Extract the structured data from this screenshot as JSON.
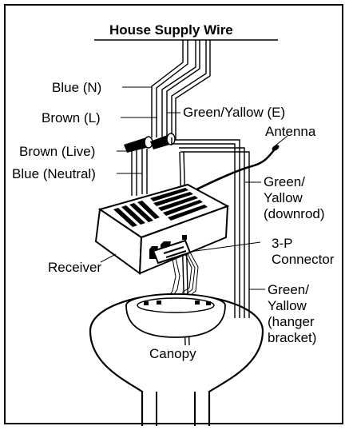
{
  "title": "House Supply Wire",
  "labels": {
    "blue_n": "Blue (N)",
    "brown_l": "Brown (L)",
    "green_yallow_e": "Green/Yallow (E)",
    "antenna": "Antenna",
    "brown_live": "Brown (Live)",
    "blue_neutral": "Blue (Neutral)",
    "green_downrod_1": "Green/",
    "green_downrod_2": "Yallow",
    "green_downrod_3": "(downrod)",
    "receiver": "Receiver",
    "connector_1": "3-P",
    "connector_2": "Connector",
    "green_hanger_1": "Green/",
    "green_hanger_2": "Yallow",
    "green_hanger_3": "(hanger",
    "green_hanger_4": "bracket)",
    "canopy": "Canopy"
  }
}
